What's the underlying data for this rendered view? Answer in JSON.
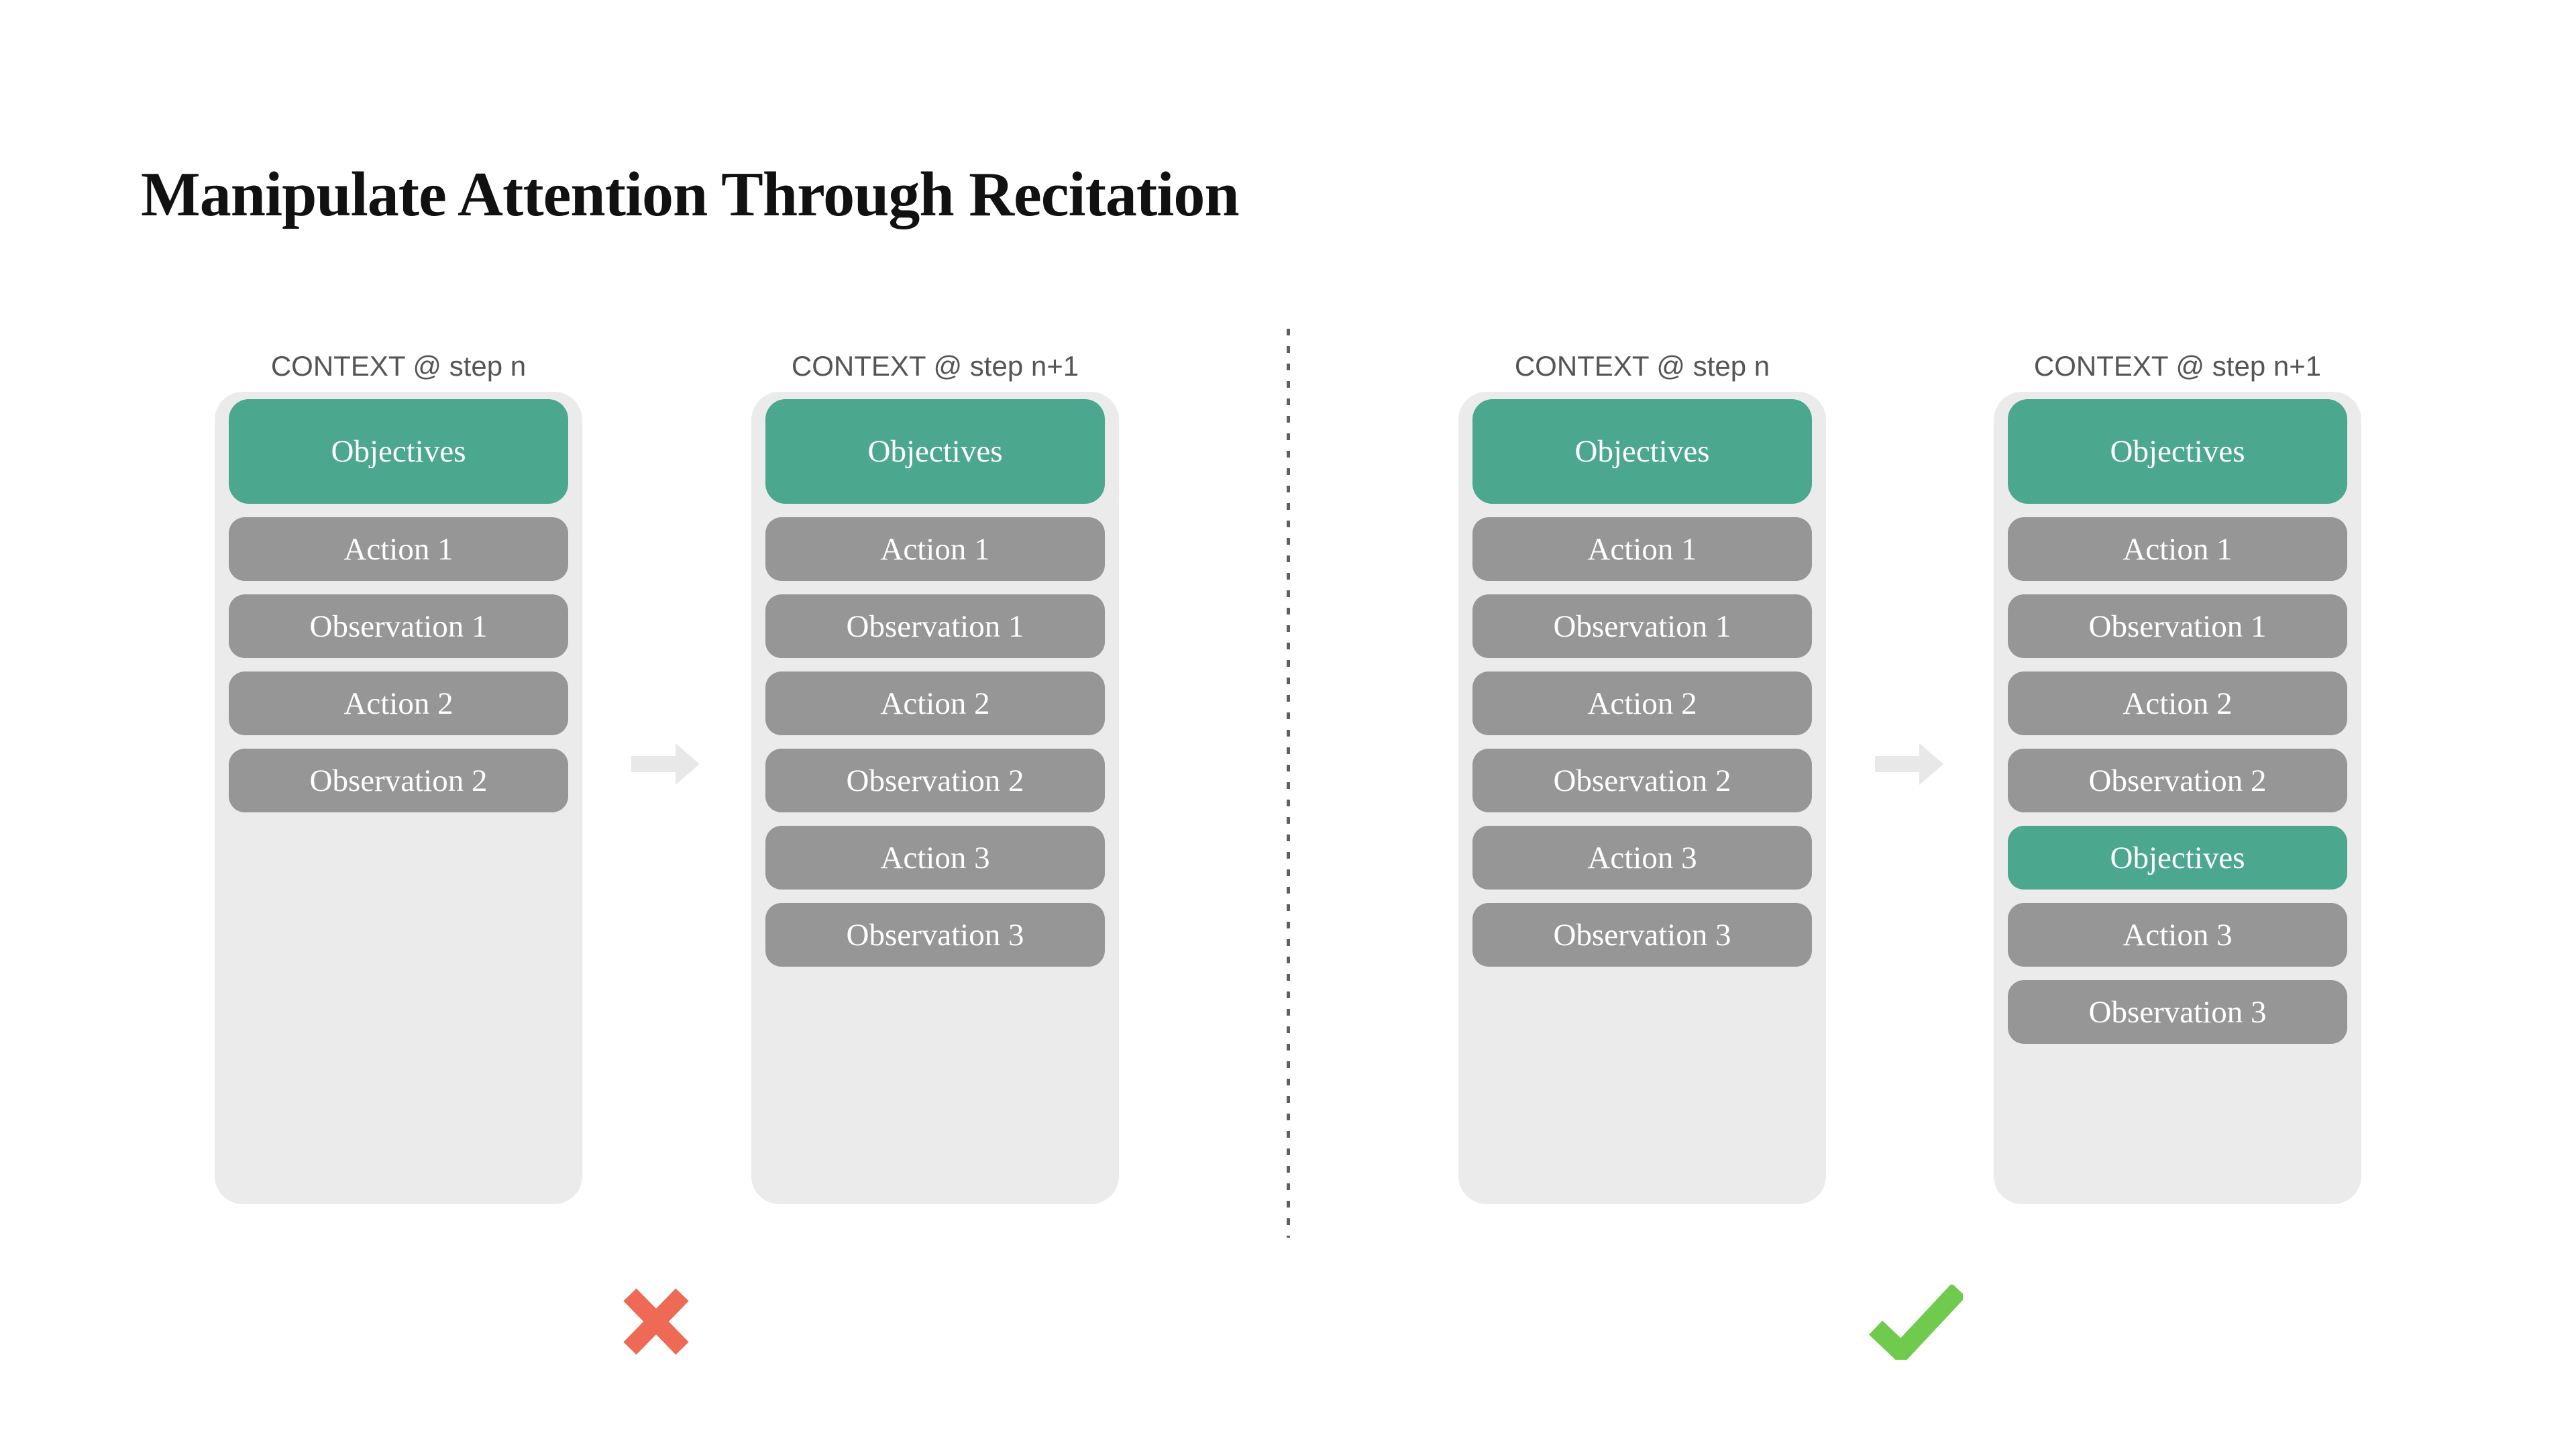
{
  "title": "Manipulate Attention Through Recitation",
  "colors": {
    "objective_pill": "#4BA88E",
    "step_pill": "#969696",
    "container_background": "#EBEBEB",
    "arrow": "#E8E8E8",
    "header_text": "#555555",
    "divider": "#5F5F5F",
    "cross": "#EE6A55",
    "check": "#70CA4E",
    "pill_text": "#FFFFFF",
    "title_text": "#111111"
  },
  "columns": [
    {
      "header": "CONTEXT @ step n",
      "pills": [
        {
          "label": "Objectives",
          "kind": "objective",
          "large": true
        },
        {
          "label": "Action 1",
          "kind": "step"
        },
        {
          "label": "Observation 1",
          "kind": "step"
        },
        {
          "label": "Action 2",
          "kind": "step"
        },
        {
          "label": "Observation 2",
          "kind": "step"
        }
      ]
    },
    {
      "header": "CONTEXT @ step n+1",
      "pills": [
        {
          "label": "Objectives",
          "kind": "objective",
          "large": true
        },
        {
          "label": "Action 1",
          "kind": "step"
        },
        {
          "label": "Observation 1",
          "kind": "step"
        },
        {
          "label": "Action 2",
          "kind": "step"
        },
        {
          "label": "Observation 2",
          "kind": "step"
        },
        {
          "label": "Action 3",
          "kind": "step"
        },
        {
          "label": "Observation 3",
          "kind": "step"
        }
      ]
    },
    {
      "header": "CONTEXT @ step n",
      "pills": [
        {
          "label": "Objectives",
          "kind": "objective",
          "large": true
        },
        {
          "label": "Action 1",
          "kind": "step"
        },
        {
          "label": "Observation 1",
          "kind": "step"
        },
        {
          "label": "Action 2",
          "kind": "step"
        },
        {
          "label": "Observation 2",
          "kind": "step"
        },
        {
          "label": "Action 3",
          "kind": "step"
        },
        {
          "label": "Observation 3",
          "kind": "step"
        }
      ]
    },
    {
      "header": "CONTEXT @ step n+1",
      "pills": [
        {
          "label": "Objectives",
          "kind": "objective",
          "large": true
        },
        {
          "label": "Action 1",
          "kind": "step"
        },
        {
          "label": "Observation 1",
          "kind": "step"
        },
        {
          "label": "Action 2",
          "kind": "step"
        },
        {
          "label": "Observation 2",
          "kind": "step"
        },
        {
          "label": "Objectives",
          "kind": "objective",
          "large": false
        },
        {
          "label": "Action 3",
          "kind": "step"
        },
        {
          "label": "Observation 3",
          "kind": "step"
        }
      ]
    }
  ],
  "verdicts": [
    {
      "side": "left",
      "icon": "cross"
    },
    {
      "side": "right",
      "icon": "check"
    }
  ]
}
